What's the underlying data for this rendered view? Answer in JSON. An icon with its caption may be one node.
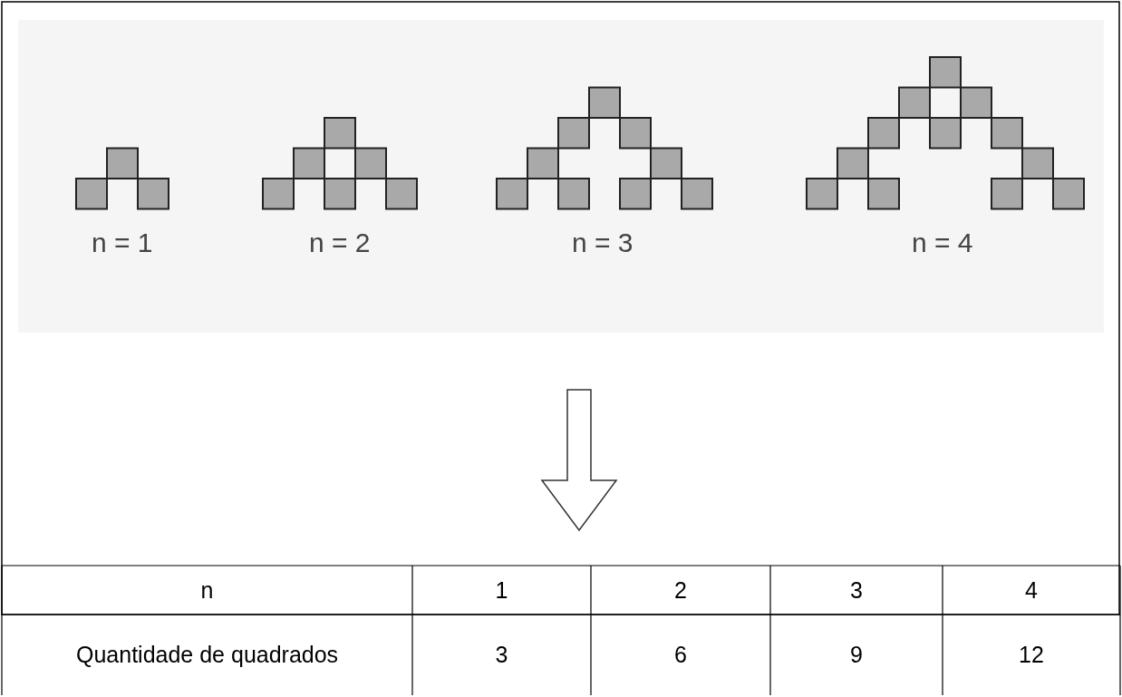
{
  "diagram": {
    "labels": [
      "n = 1",
      "n = 2",
      "n = 3",
      "n = 4",
      "n",
      "1",
      "2",
      "3",
      "4",
      "Quantidade de quadrados",
      "3",
      "6",
      "9",
      "12"
    ]
  }
}
